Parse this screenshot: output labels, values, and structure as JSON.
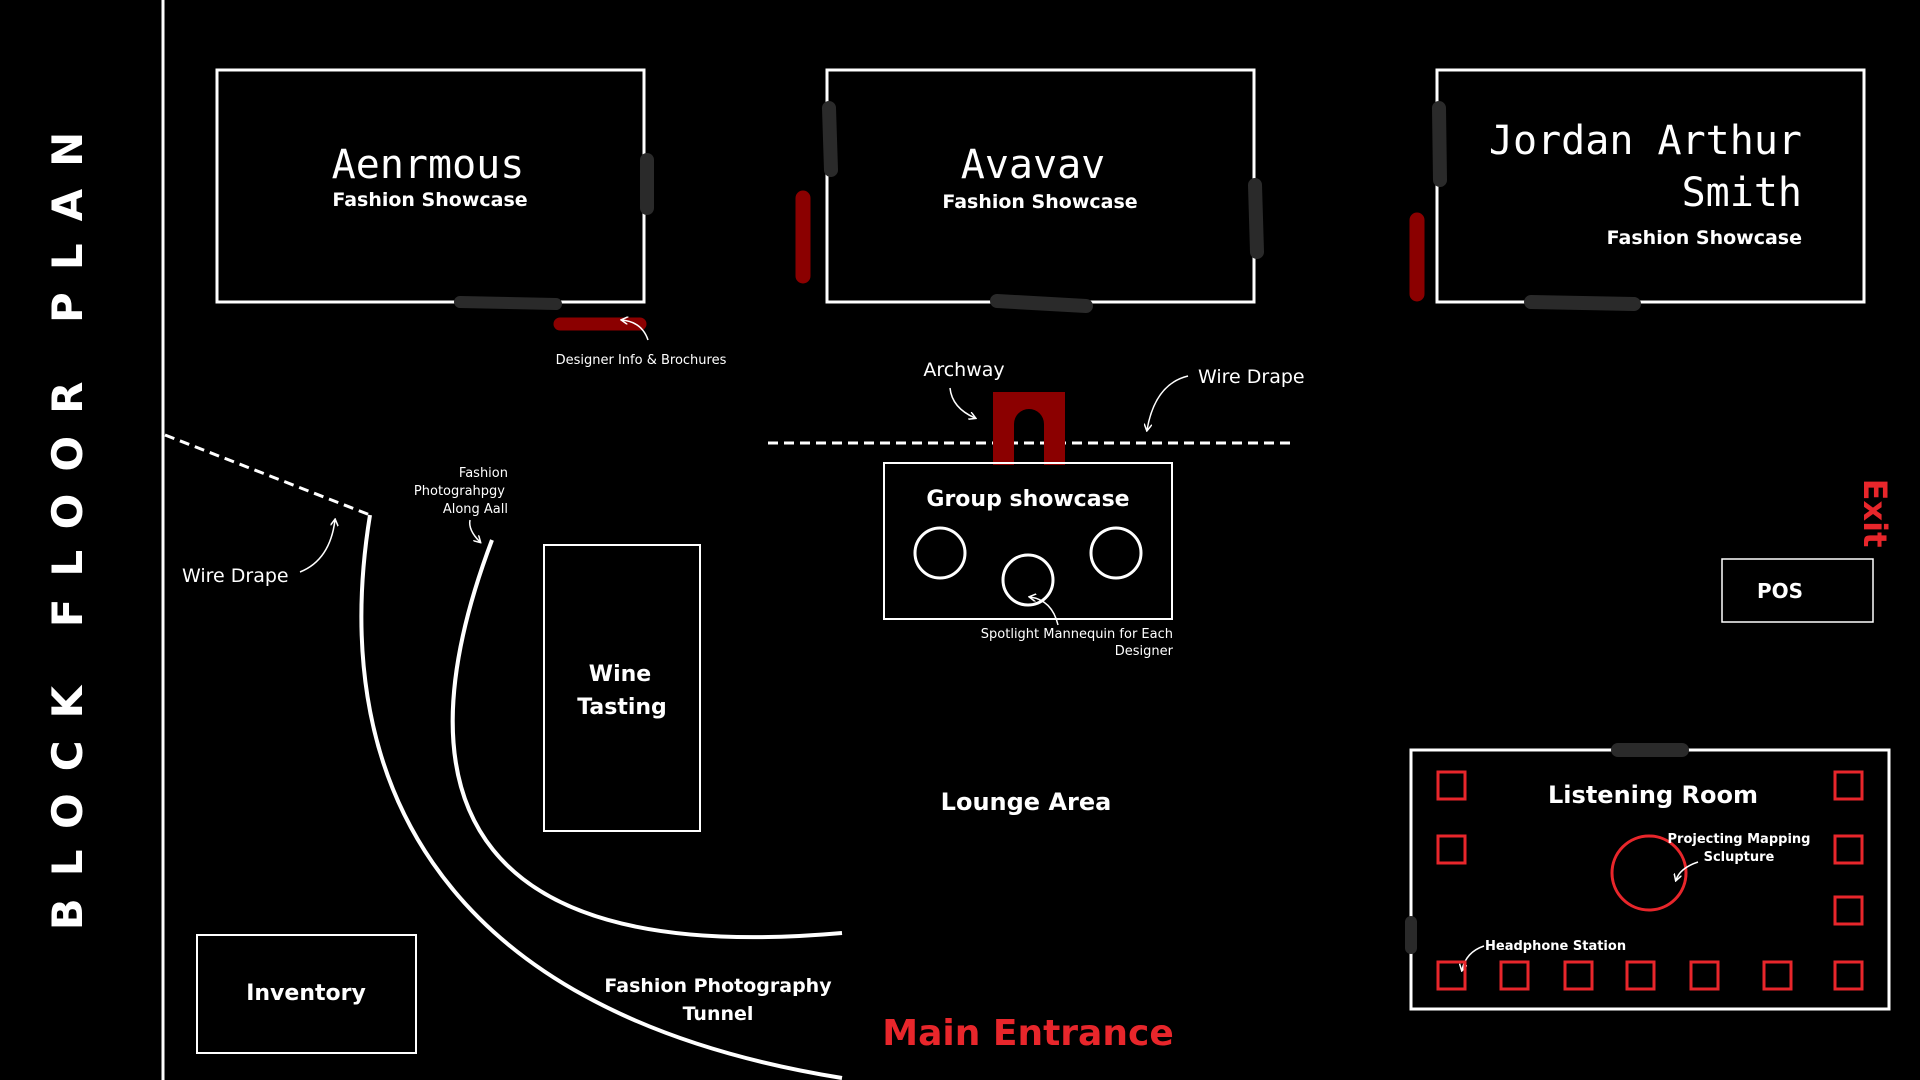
{
  "plan_title": "BLOCK FLOOR PLAN",
  "colors": {
    "background": "#000000",
    "line": "#ffffff",
    "accent_red": "#8b0000",
    "bright_red": "#e8262b",
    "drape_dark": "#2a2a2a"
  },
  "showcases": [
    {
      "name": "Aenrmous",
      "subtitle": "Fashion Showcase"
    },
    {
      "name": "Avavav",
      "subtitle": "Fashion Showcase"
    },
    {
      "name_line1": "Jordan Arthur",
      "name_line2": "Smith",
      "subtitle": "Fashion Showcase"
    }
  ],
  "annotations": {
    "designer_info": "Designer Info & Brochures",
    "archway": "Archway",
    "wire_drape_top": "Wire Drape",
    "wire_drape_left": "Wire Drape",
    "fashion_wall_line1": "Fashion",
    "fashion_wall_line2": "Photograhpgy",
    "fashion_wall_line3": "Along Aall",
    "spotlight_line1": "Spotlight Mannequin for Each",
    "spotlight_line2": "Designer",
    "projecting_line1": "Projecting Mapping",
    "projecting_line2": "Sclupture",
    "headphone_station": "Headphone Station"
  },
  "areas": {
    "group_showcase": "Group showcase",
    "wine_line1": "Wine",
    "wine_line2": "Tasting",
    "lounge": "Lounge Area",
    "inventory": "Inventory",
    "tunnel_line1": "Fashion Photography",
    "tunnel_line2": "Tunnel",
    "main_entrance": "Main Entrance",
    "exit": "Exit",
    "pos": "POS",
    "listening_room": "Listening Room"
  }
}
